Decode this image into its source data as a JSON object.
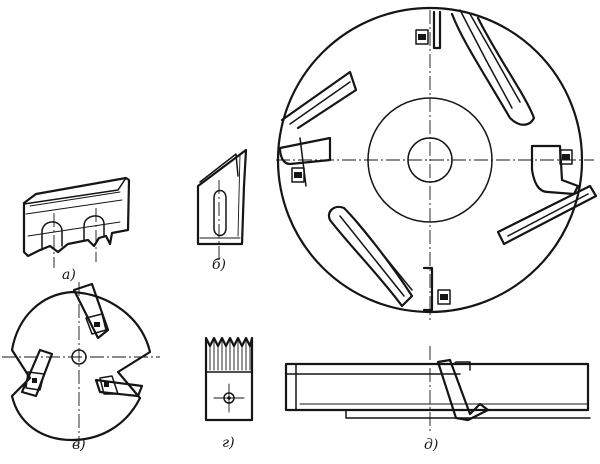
{
  "captions": {
    "a": "а)",
    "b": "б)",
    "v": "в)",
    "g": "г)",
    "d": "д)"
  },
  "colors": {
    "ink": "#151515",
    "paper": "#ffffff"
  }
}
